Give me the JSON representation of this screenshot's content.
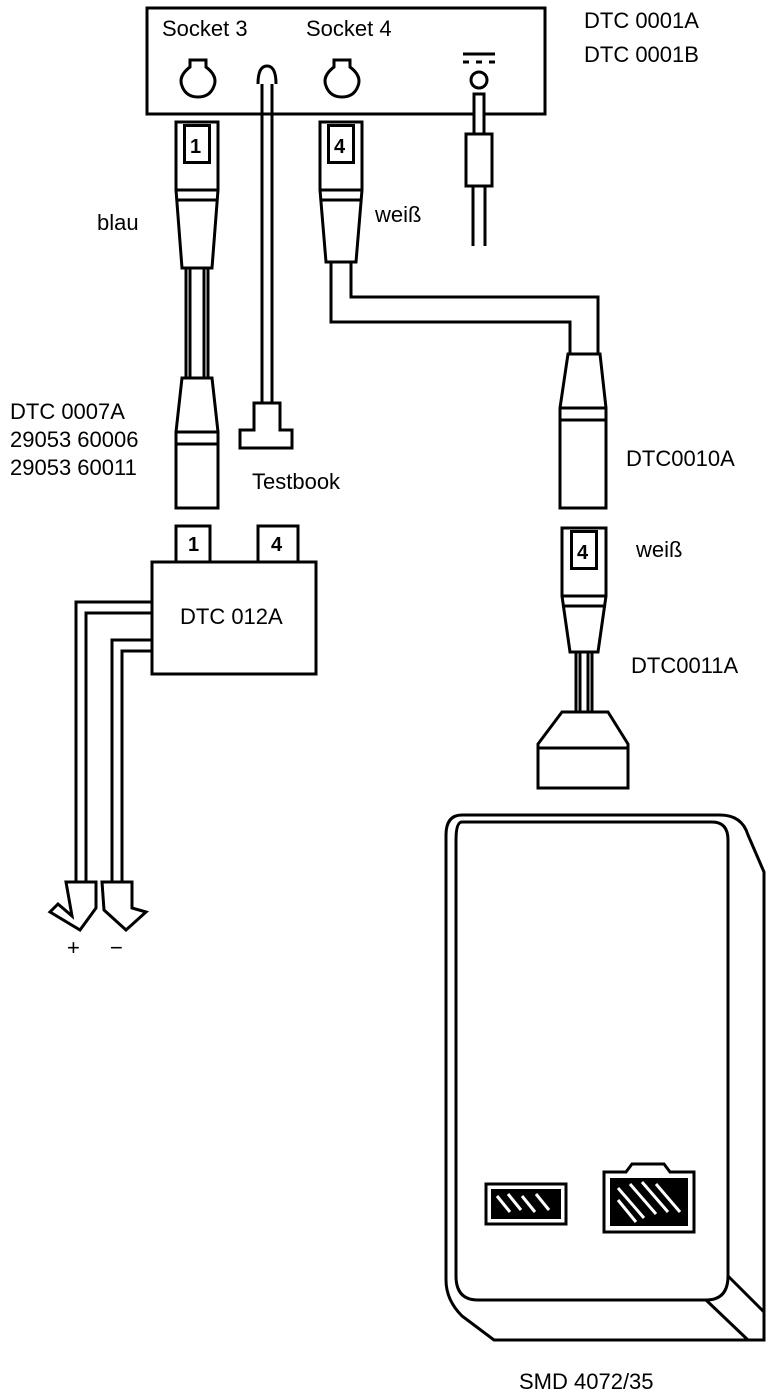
{
  "device": {
    "socket3_label": "Socket 3",
    "socket4_label": "Socket 4",
    "model_line1": "DTC 0001A",
    "model_line2": "DTC 0001B"
  },
  "cable_blue": {
    "badge": "1",
    "color_label": "blau",
    "part_line1": "DTC 0007A",
    "part_line2": "29053 60006",
    "part_line3": "29053 60011"
  },
  "testbook": {
    "label": "Testbook"
  },
  "cable_white": {
    "badge": "4",
    "color_label": "weiß",
    "extension_label": "DTC0010A"
  },
  "adapter": {
    "label": "DTC 012A",
    "badge_left": "1",
    "badge_right": "4",
    "plus": "+",
    "minus": "−"
  },
  "lower_cable": {
    "badge": "4",
    "color_label": "weiß",
    "label": "DTC0011A"
  },
  "module": {
    "label": "SMD 4072/35"
  }
}
